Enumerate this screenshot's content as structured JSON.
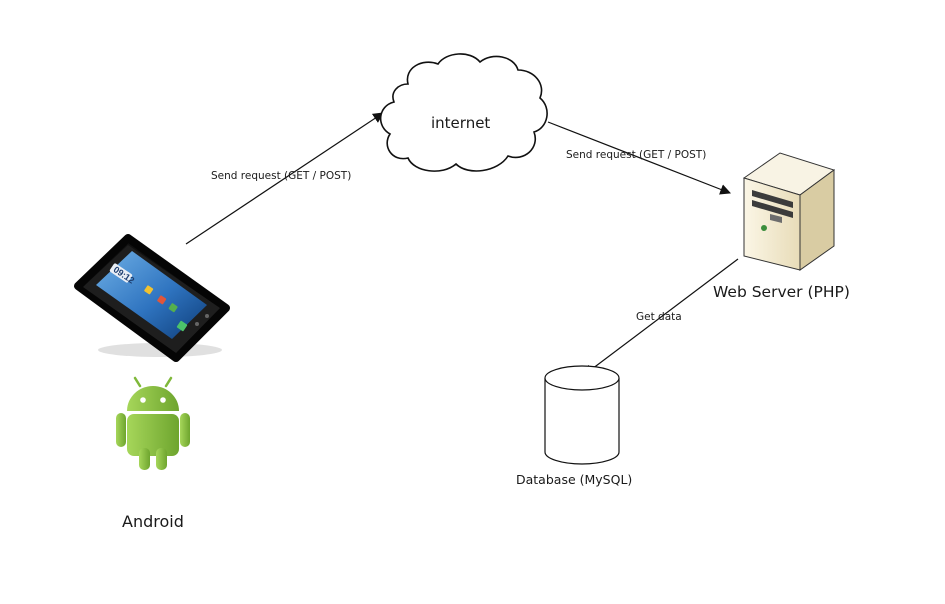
{
  "nodes": {
    "cloud": {
      "label": "internet"
    },
    "server": {
      "label": "Web Server (PHP)"
    },
    "database": {
      "label": "Database (MySQL)"
    },
    "android": {
      "label": "Android"
    }
  },
  "edges": {
    "phone_to_cloud": {
      "label": "Send request (GET / POST)"
    },
    "cloud_to_server": {
      "label": "Send request (GET / POST)"
    },
    "server_to_db": {
      "label": "Get data"
    }
  },
  "phone_screen": {
    "clock": "09:12"
  },
  "colors": {
    "line": "#111111",
    "android_green": "#8cc63f",
    "server_body": "#f1e8cf",
    "phone_body": "#1c1c1c"
  }
}
